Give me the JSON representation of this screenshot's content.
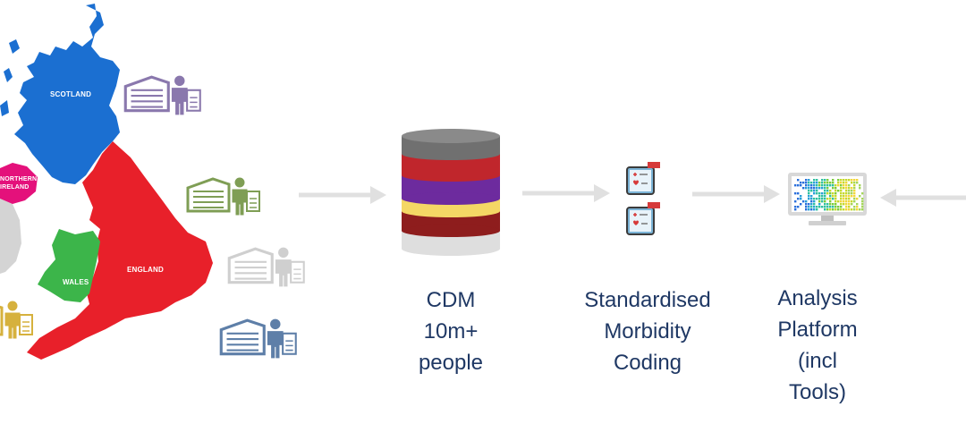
{
  "map": {
    "regions": [
      {
        "id": "scotland",
        "label": "SCOTLAND",
        "color": "#1b6fd1"
      },
      {
        "id": "northern-ireland",
        "label_line1": "NORTHERN",
        "label_line2": "IRELAND",
        "color": "#e4117b"
      },
      {
        "id": "wales",
        "label": "WALES",
        "color": "#3cb54a"
      },
      {
        "id": "england",
        "label": "ENGLAND",
        "color": "#e8202a"
      },
      {
        "id": "ireland",
        "color": "#d4d4d4"
      }
    ]
  },
  "facility_icon_colors": [
    "#8a78ad",
    "#7f9e55",
    "#cfcfcf",
    "#5e7fa8",
    "#d6b13d"
  ],
  "stages": [
    {
      "id": "cdm",
      "lines": [
        "CDM",
        "10m+",
        "people"
      ]
    },
    {
      "id": "morbidity",
      "lines": [
        "Standardised",
        "Morbidity",
        "Coding"
      ]
    },
    {
      "id": "analysis",
      "lines": [
        "Analysis",
        "Platform",
        "(incl",
        "Tools)"
      ]
    }
  ],
  "database_layer_colors": [
    "#707070",
    "#c0262c",
    "#6d2b9e",
    "#f4d765",
    "#8e1d1d",
    "#dedede"
  ],
  "text_color": "#1f3864",
  "arrow_color": "#e0e0e0"
}
